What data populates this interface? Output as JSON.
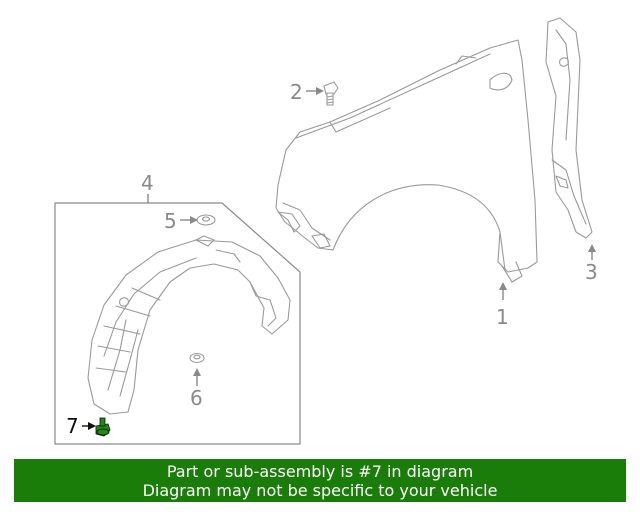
{
  "callouts": {
    "c1": "1",
    "c2": "2",
    "c3": "3",
    "c4": "4",
    "c5": "5",
    "c6": "6",
    "c7": "7"
  },
  "highlighted_callout": "7",
  "colors": {
    "banner_bg": "#1a7d0a",
    "banner_text": "#ffffff",
    "highlight_part": "#1f8c0d",
    "line_gray": "#9a9a9a"
  },
  "banner": {
    "line1": "Part or sub-assembly is #7 in diagram",
    "line2": "Diagram may not be specific to your vehicle"
  }
}
